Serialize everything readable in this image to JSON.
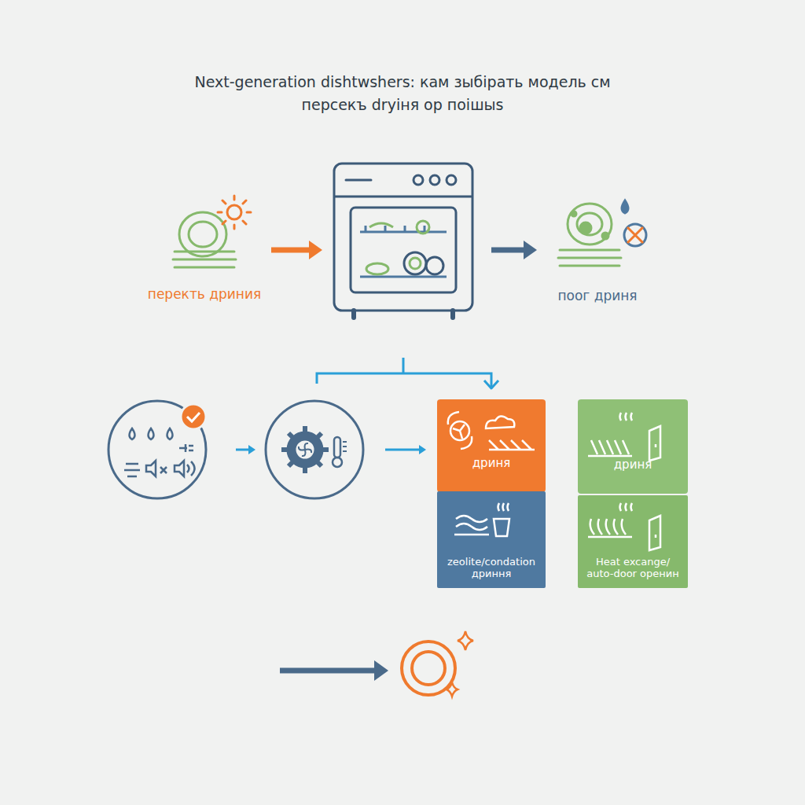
{
  "diagram": {
    "title": "Next-generation dishtwshers: кам зыбірать модель см персекъ drуіня ор пoішыs",
    "nodes": [
      {
        "text": [
          "дриня"
        ]
      },
      {
        "text": [
          "zeolite/condation дриння"
        ]
      },
      {
        "text": [
          "дриня"
        ]
      },
      {
        "text": [
          "Heat excange/ auto-door оренин"
        ]
      }
    ],
    "labels": [
      "перекть дриния",
      "поог дриня"
    ]
  }
}
